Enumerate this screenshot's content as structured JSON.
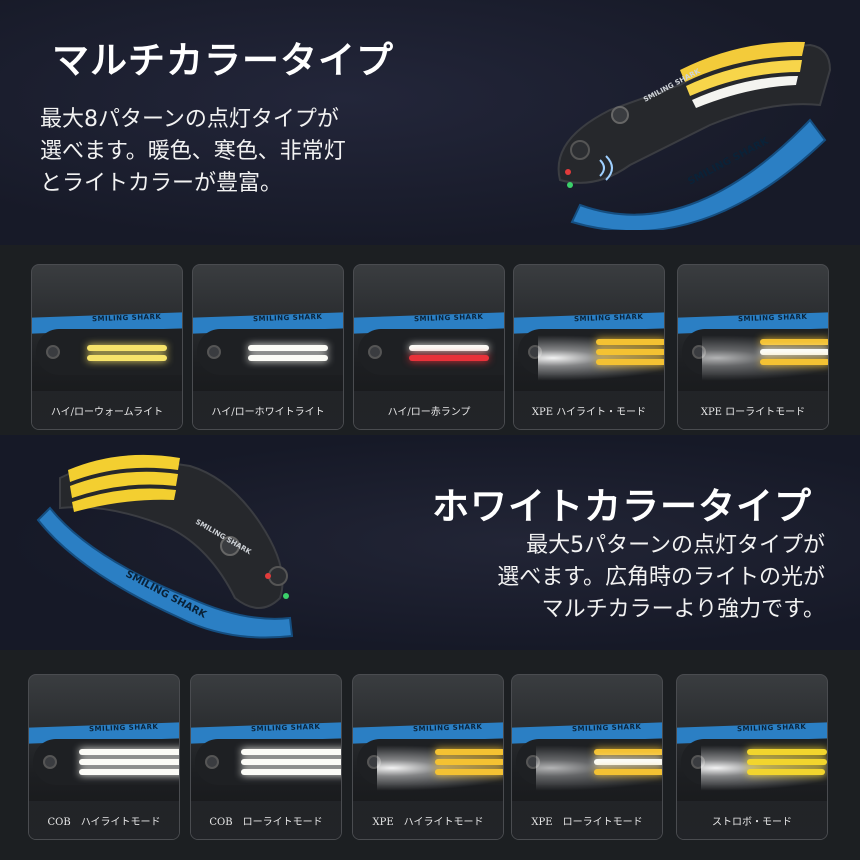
{
  "multi": {
    "title": "マルチカラータイプ",
    "desc_lines": [
      "最大8パターンの点灯タイプが",
      "選べます。暖色、寒色、非常灯",
      "とライトカラーが豊富。"
    ]
  },
  "white": {
    "title": "ホワイトカラータイプ",
    "desc_lines": [
      "最大5パターンの点灯タイプが",
      "選べます。広角時のライトの光が",
      "マルチカラーより強力です。"
    ]
  },
  "brand": "SMILING SHARK",
  "row1": [
    {
      "caption": "ハイ/ローウォームライト",
      "mode": "warm"
    },
    {
      "caption": "ハイ/ローホワイトライト",
      "mode": "white"
    },
    {
      "caption": "ハイ/ロー赤ランプ",
      "mode": "red"
    },
    {
      "caption": "XPE ハイライト・モード",
      "mode": "xpe-high"
    },
    {
      "caption": "XPE ローライトモード",
      "mode": "xpe-low"
    }
  ],
  "row2": [
    {
      "caption": "COB　ハイライトモード",
      "mode": "cob-high"
    },
    {
      "caption": "COB　ローライトモード",
      "mode": "cob-low"
    },
    {
      "caption": "XPE　ハイライトモード",
      "mode": "xpe-high"
    },
    {
      "caption": "XPE　ローライトモード",
      "mode": "xpe-low"
    },
    {
      "caption": "ストロボ・モード",
      "mode": "strobe"
    }
  ],
  "colors": {
    "warm": "#f6e36a",
    "white": "#fbfbf6",
    "red": "#e8323a",
    "amber": "#f4c233",
    "cob_yellow": "#f2d52e",
    "strap_blue": "#2b7fc4"
  }
}
